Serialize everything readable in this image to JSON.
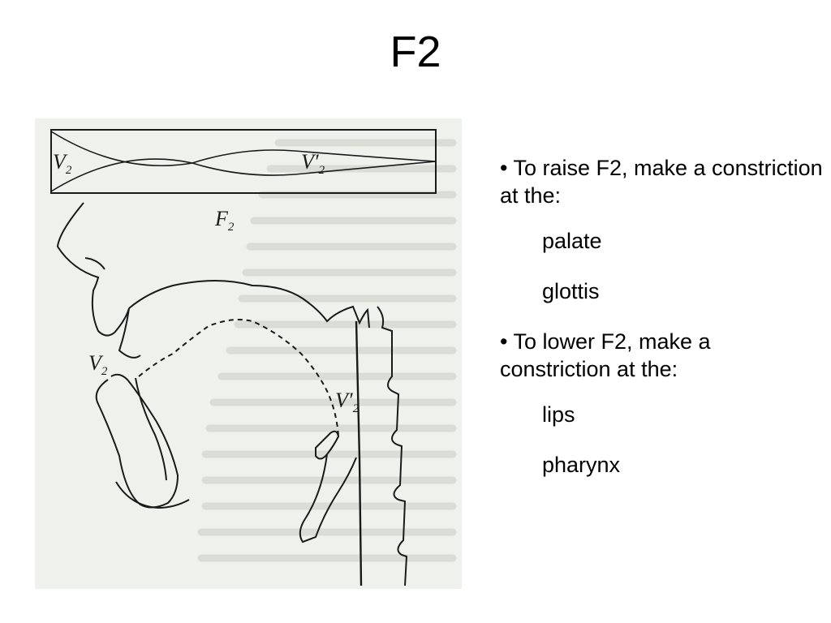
{
  "slide": {
    "title": "F2"
  },
  "figure": {
    "labels": {
      "tube_left": "V",
      "tube_left_sub": "2",
      "tube_right": "V′",
      "tube_right_sub": "2",
      "formant": "F",
      "formant_sub": "2",
      "tract_lips": "V",
      "tract_lips_sub": "2",
      "tract_pharynx": "V′",
      "tract_pharynx_sub": "2"
    }
  },
  "bullets": [
    {
      "text": "• To raise F2, make a constriction at the:",
      "subitems": [
        "palate",
        "glottis"
      ]
    },
    {
      "text": "• To lower F2, make a constriction at the:",
      "subitems": [
        "lips",
        "pharynx"
      ]
    }
  ]
}
